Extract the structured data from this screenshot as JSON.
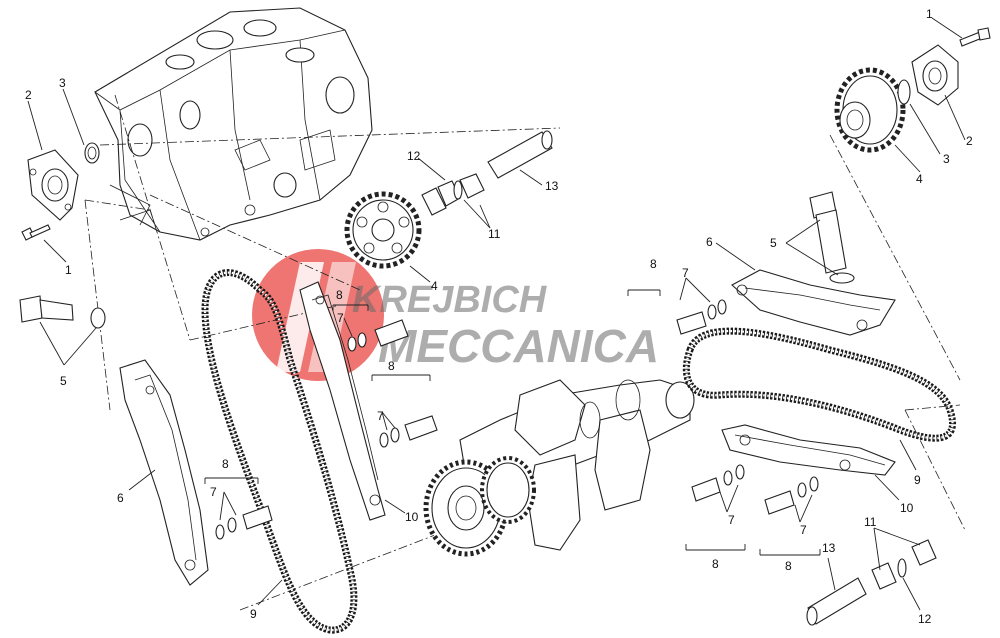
{
  "diagram": {
    "watermark": {
      "line1": "KREJBICH",
      "line2": "MECCANICA",
      "brand_color": "#e8403a"
    },
    "callouts": [
      "1",
      "2",
      "3",
      "4",
      "5",
      "6",
      "7",
      "8",
      "9",
      "10",
      "11",
      "12",
      "13"
    ],
    "colors": {
      "line": "#222222",
      "background": "#ffffff"
    }
  }
}
